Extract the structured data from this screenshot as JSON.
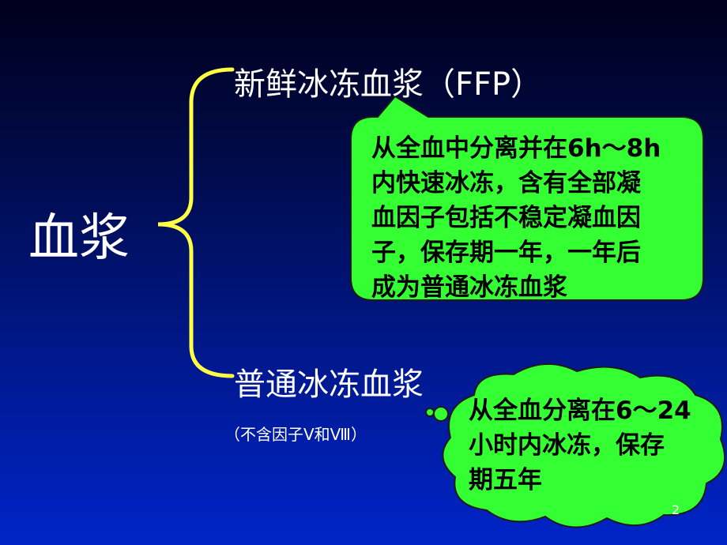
{
  "root_label": "血浆",
  "branches": [
    {
      "label": "新鲜冰冻血浆（FFP）"
    },
    {
      "label": "普通冰冻血浆",
      "note": "（不含因子Ⅴ和Ⅷ）"
    }
  ],
  "callouts": [
    {
      "text": "从全血中分离并在6h～8h\n内快速冰冻，含有全部凝\n血因子包括不稳定凝血因\n子，保存期一年，一年后\n成为普通冰冻血浆"
    },
    {
      "text": "从全血分离在6～24\n小时内冰冻，保存\n期五年"
    }
  ],
  "page_number": "2",
  "colors": {
    "background": "#0018a0",
    "brace": "#ffff44",
    "callout_fill": "#33ff33",
    "callout_text": "#000000",
    "label_text": "#ffffff"
  }
}
